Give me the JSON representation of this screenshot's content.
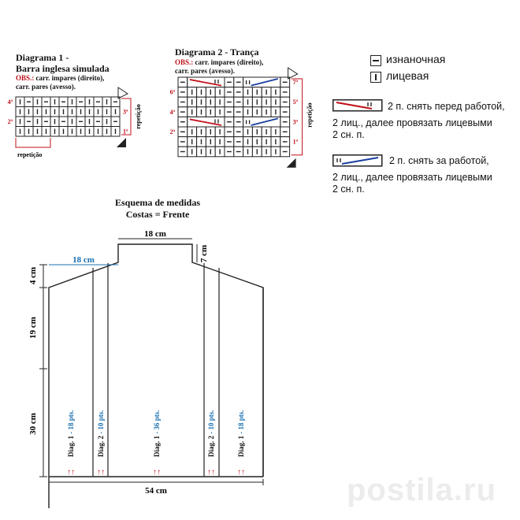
{
  "diagram1": {
    "title_line1": "Diagrama 1 -",
    "title_line2": "Barra inglesa simulada",
    "obs_label": "OBS.:",
    "obs_line1": "carr. impares (direito),",
    "obs_line2": "carr. pares (avesso).",
    "row_labels_left": [
      "4ª",
      "2ª"
    ],
    "row_labels_right": [
      "3ª",
      "1ª"
    ],
    "repeat_side": "repetição",
    "repeat_bottom": "repetição"
  },
  "diagram2": {
    "title": "Diagrama 2 - Trança",
    "obs_label": "OBS.:",
    "obs_line1": "carr. impares (direito),",
    "obs_line2": "carr. pares (avesso).",
    "row_labels_left": [
      "6ª",
      "4ª",
      "2ª"
    ],
    "row_labels_right": [
      "7ª",
      "5ª",
      "3ª",
      "1ª"
    ],
    "repeat_side": "repetição"
  },
  "legend": {
    "purl": "изнаночная",
    "knit": "лицевая",
    "cable_front_l1": "2 п. снять перед работой,",
    "cable_front_l2": "2 лиц., далее провязать лицевыми",
    "cable_front_l3": "2 сн. п.",
    "cable_back_l1": "2 п. снять за работой,",
    "cable_back_l2": "2 лиц., далее провязать лицевыми",
    "cable_back_l3": "2 сн. п.",
    "colors": {
      "front_line": "#c0101a",
      "back_line": "#1a3fa0"
    }
  },
  "schema": {
    "title_line1": "Esquema de medidas",
    "title_line2": "Costas = Frente",
    "neck_width": "18 cm",
    "shoulder_width": "18 cm",
    "neck_height": "7 cm",
    "shoulder_drop": "4 cm",
    "armhole": "19 cm",
    "body_length": "30 cm",
    "bottom_width": "54 cm",
    "panels": [
      {
        "diag": "Diag. 1",
        "pts": " - 18 pts."
      },
      {
        "diag": "Diag. 2",
        "pts": " - 10 pts."
      },
      {
        "diag": "Diag. 1",
        "pts": " - 36 pts."
      },
      {
        "diag": "Diag. 2",
        "pts": " - 10 pts."
      },
      {
        "diag": "Diag. 1",
        "pts": " - 18 pts."
      }
    ],
    "arrows": "↑↑",
    "colors": {
      "blue_label": "#1a6fb0",
      "arrow": "#c0101a"
    }
  },
  "watermark": "postila.ru"
}
